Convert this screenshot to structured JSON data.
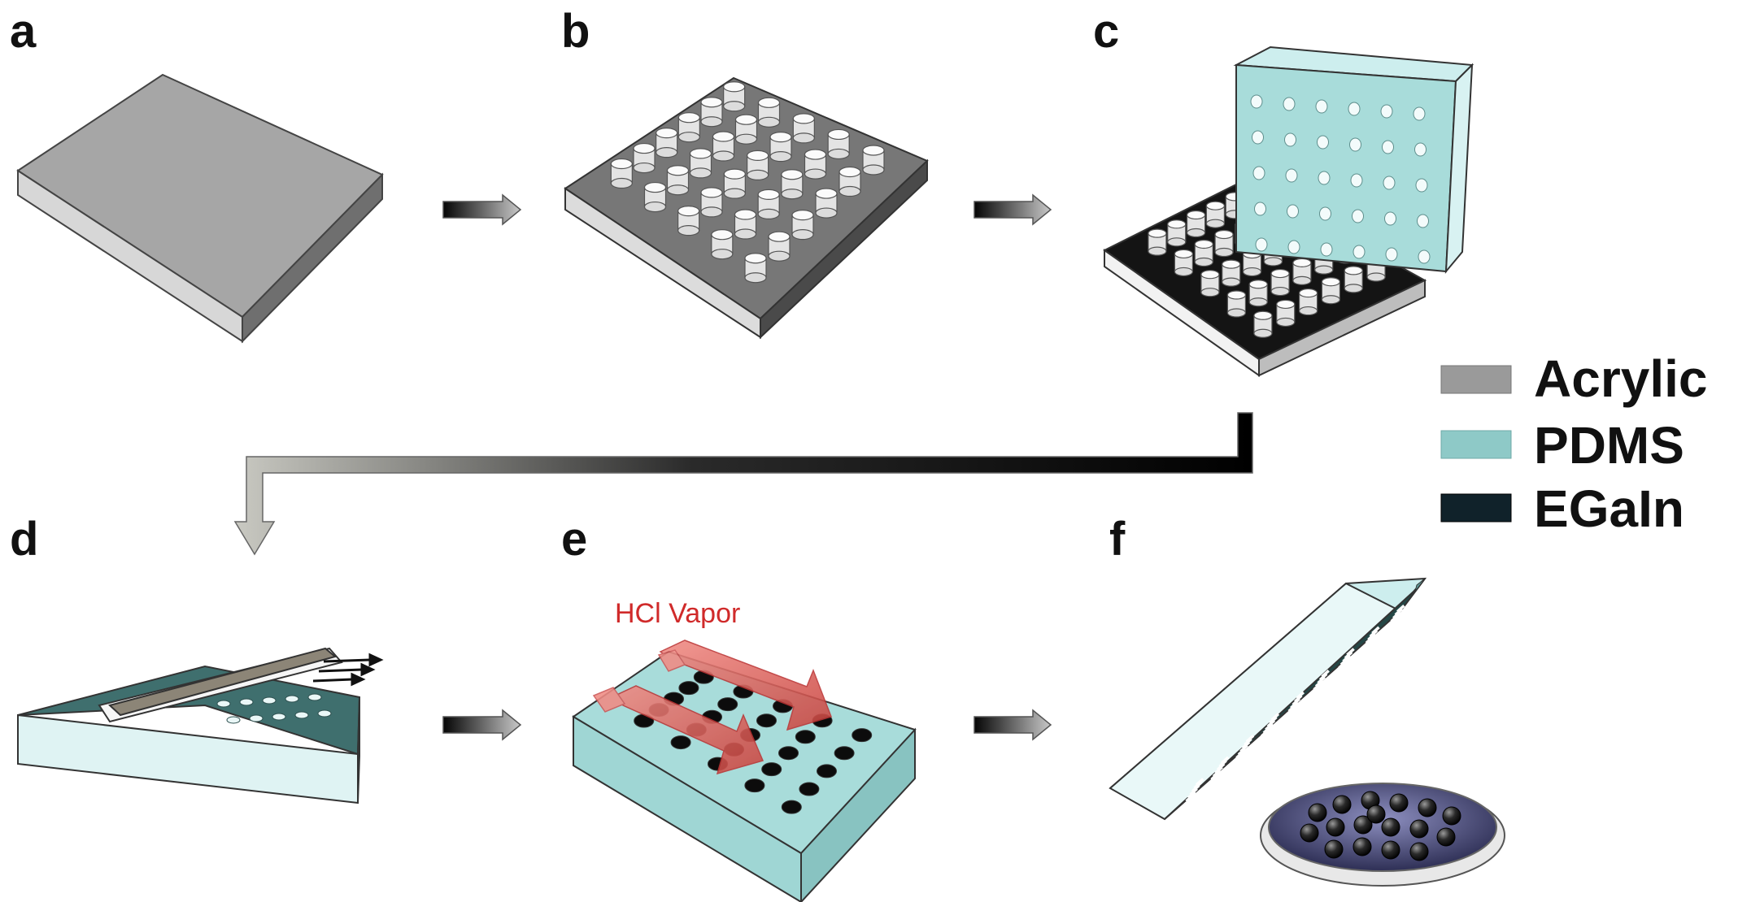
{
  "panels": {
    "a": "a",
    "b": "b",
    "c": "c",
    "d": "d",
    "e": "e",
    "f": "f"
  },
  "annotation": {
    "hcl_vapor": "HCl Vapor"
  },
  "legend": {
    "items": [
      {
        "label": "Acrylic",
        "color": "#9a9a9a"
      },
      {
        "label": "PDMS",
        "color": "#8ec9c7"
      },
      {
        "label": "EGaIn",
        "color": "#10222a"
      }
    ]
  },
  "colors": {
    "acrylic_top": "#a6a6a6",
    "acrylic_dark": "#6f6f6f",
    "pdms_face": "#dff3f3",
    "pdms_light": "#a8dcda",
    "pdms_dark": "#3f6f6e",
    "egain_black": "#141414",
    "vapor_red": "#e0645e",
    "dish_blue": "#5a5c8c"
  }
}
